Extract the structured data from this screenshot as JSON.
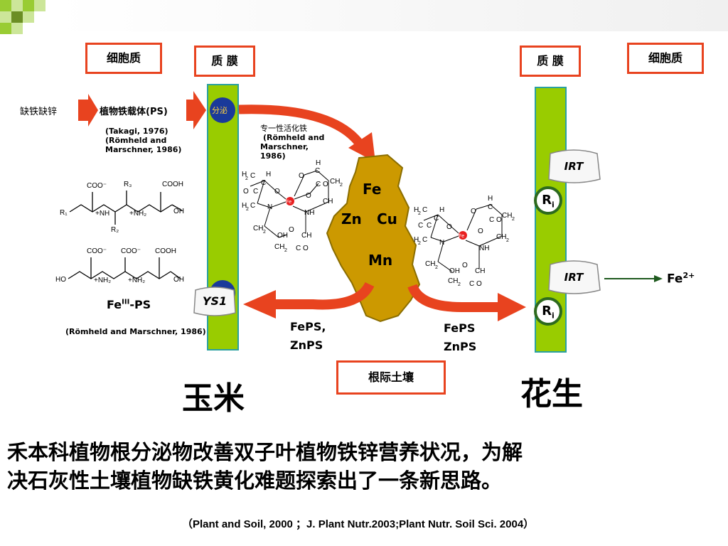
{
  "labels": {
    "cytoplasm_left": "细胞质",
    "membrane_left": "质  膜",
    "membrane_right": "质  膜",
    "cytoplasm_right": "细胞质",
    "deficiency": "缺铁缺锌",
    "phytosiderophore": "植物铁载体(PS)",
    "secrete": "分泌",
    "ref_takagi": "(Takagi, 1976)",
    "ref_romheld1": "(Römheld and",
    "ref_romheld2": "Marschner, 1986)",
    "specific_activation": "专一性活化铁",
    "ref2_line1": "(Römheld and",
    "ref2_line2": "Marschner,",
    "ref2_line3": "1986)",
    "fe": "Fe",
    "zn": "Zn",
    "cu": "Cu",
    "mn": "Mn",
    "feiii_ps_pre": "Fe",
    "feiii_ps_sup": "III",
    "feiii_ps_post": "-PS",
    "ys1": "YS1",
    "ref_bottom": "(Römheld and Marschner, 1986)",
    "fps_left_1": "FePS,",
    "fps_left_2": "ZnPS",
    "fps_right_1": "FePS",
    "fps_right_2": "ZnPS",
    "irt1": "IRT",
    "irt2": "IRT",
    "ri_main": "R",
    "ri_sub": "i",
    "fe2_base": "Fe",
    "fe2_sup": "2+",
    "rhizosphere": "根际土壤",
    "maize": "玉米",
    "peanut": "花生",
    "conclusion_1": "禾本科植物根分泌物改善双子叶植物铁锌营养状况，为解",
    "conclusion_2": "决石灰性土壤植物缺铁黄化难题探索出了一条新思路。",
    "citation": "（Plant and Soil, 2000 ；J. Plant Nutr.2003;Plant Nutr. Soil Sci. 2004）"
  },
  "colors": {
    "accent_red": "#e8431f",
    "membrane_green": "#99cc00",
    "soil_brown": "#cc9900",
    "dark_blue": "#1a3a9a"
  }
}
